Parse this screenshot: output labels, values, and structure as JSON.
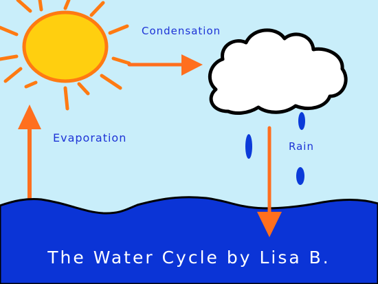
{
  "diagram": {
    "title": "The Water Cycle by Lisa B.",
    "labels": {
      "condensation": "Condensation",
      "evaporation": "Evaporation",
      "rain": "Rain"
    }
  },
  "colors": {
    "sky": "#c9eefa",
    "sun_fill": "#ffcf0f",
    "sun_outline": "#ff7a12",
    "arrow": "#ff6f1e",
    "cloud_fill": "#ffffff",
    "cloud_outline": "#000000",
    "water": "#0b34d6",
    "rain_drop": "#0b3bd9",
    "label_text": "#1d33d6",
    "title_text": "#ffffff"
  }
}
